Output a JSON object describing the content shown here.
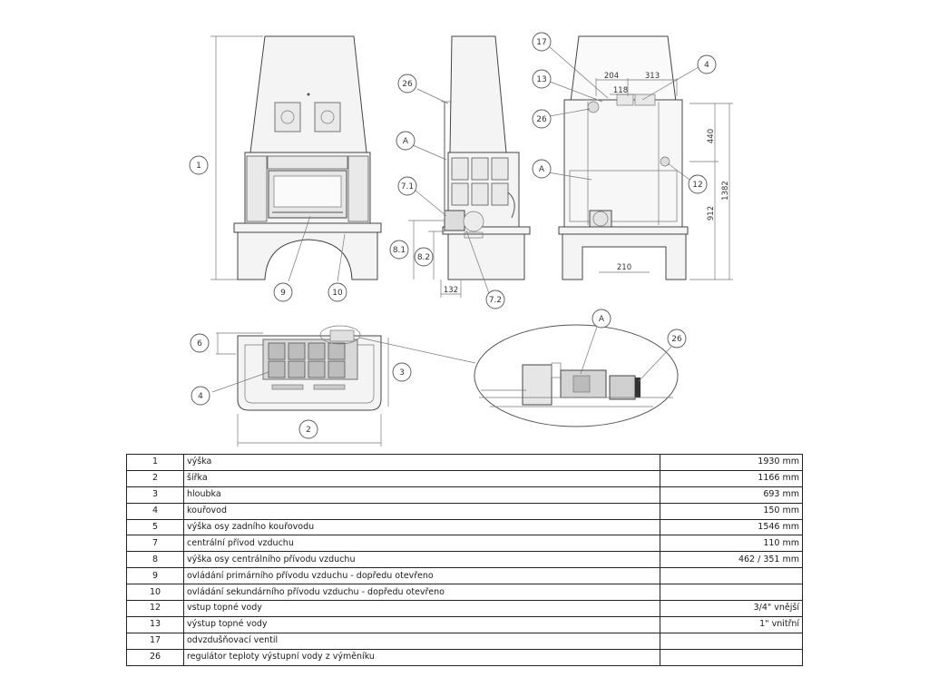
{
  "callouts": {
    "front": [
      "1",
      "9",
      "10"
    ],
    "side": [
      "26",
      "A",
      "7.1",
      "8.1",
      "8.2",
      "132",
      "7.2"
    ],
    "back": [
      "17",
      "13",
      "26",
      "A",
      "4",
      "12"
    ],
    "back_dims": [
      "204",
      "313",
      "118",
      "440",
      "1382",
      "912",
      "210"
    ],
    "top": [
      "6",
      "4",
      "3",
      "2"
    ],
    "detail": [
      "A",
      "26"
    ]
  },
  "table": {
    "rows": [
      {
        "num": "1",
        "label": "výška",
        "value": "1930 mm"
      },
      {
        "num": "2",
        "label": "šířka",
        "value": "1166 mm"
      },
      {
        "num": "3",
        "label": "hloubka",
        "value": "693 mm"
      },
      {
        "num": "4",
        "label": "kouřovod",
        "value": "150 mm"
      },
      {
        "num": "5",
        "label": "výška osy zadního kouřovodu",
        "value": "1546 mm"
      },
      {
        "num": "7",
        "label": "centrální přívod vzduchu",
        "value": "110 mm"
      },
      {
        "num": "8",
        "label": "výška osy centrálního přívodu vzduchu",
        "value": "462 / 351 mm"
      },
      {
        "num": "9",
        "label": "ovládání primárního přívodu vzduchu - dopředu otevřeno",
        "value": ""
      },
      {
        "num": "10",
        "label": "ovládání sekundárního přívodu vzduchu - dopředu otevřeno",
        "value": ""
      },
      {
        "num": "12",
        "label": "vstup topné vody",
        "value": "3/4\" vnější"
      },
      {
        "num": "13",
        "label": "výstup topné vody",
        "value": "1\" vnitřní"
      },
      {
        "num": "17",
        "label": "odvzdušňovací ventil",
        "value": ""
      },
      {
        "num": "26",
        "label": "regulátor teploty výstupní vody z výměníku",
        "value": ""
      }
    ]
  }
}
